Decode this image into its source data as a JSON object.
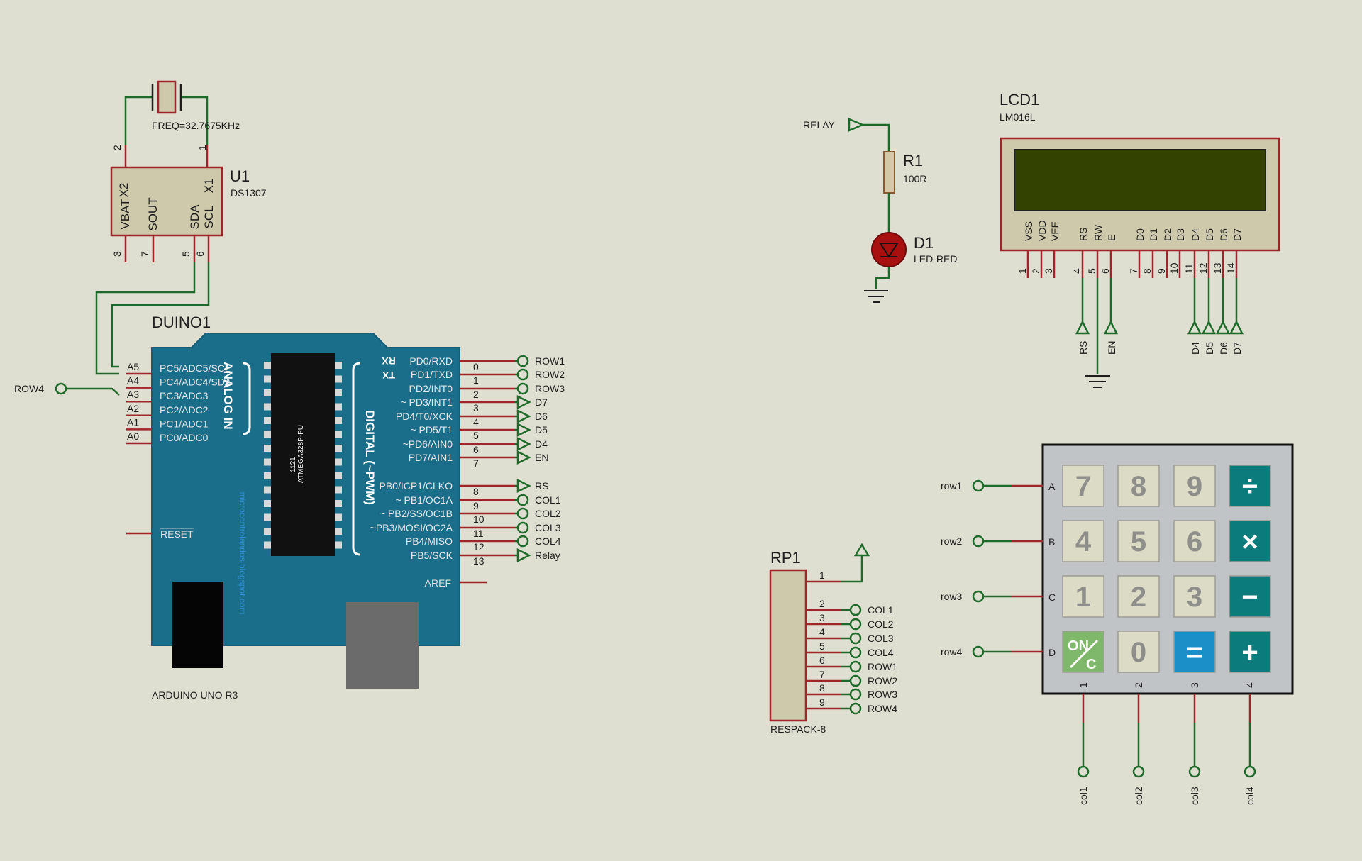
{
  "crystal": {
    "freq_label": "FREQ=32.7675KHz",
    "pin_left": "2",
    "pin_right": "1"
  },
  "rtc": {
    "ref": "U1",
    "part": "DS1307",
    "top_pins": [
      "X2",
      "X1"
    ],
    "bottom_pins": [
      "VBAT",
      "SOUT",
      "SDA",
      "SCL"
    ],
    "bottom_pin_numbers": [
      "3",
      "7",
      "5",
      "6"
    ]
  },
  "arduino": {
    "ref": "DUINO1",
    "part": "ARDUINO UNO R3",
    "analog_title": "ANALOG IN",
    "digital_title": "DIGITAL (~PWM)",
    "chip_label": "ATMEGA328P-PU",
    "chip_code": "1121",
    "watermark": "microcontrolandos.blogspot.com",
    "reset_label": "RESET",
    "aref_label": "AREF",
    "rx_label": "RX",
    "tx_label": "TX",
    "analog_pins": [
      {
        "name": "PC5/ADC5/SCL",
        "num": "A5"
      },
      {
        "name": "PC4/ADC4/SDA",
        "num": "A4"
      },
      {
        "name": "PC3/ADC3",
        "num": "A3"
      },
      {
        "name": "PC2/ADC2",
        "num": "A2"
      },
      {
        "name": "PC1/ADC1",
        "num": "A1"
      },
      {
        "name": "PC0/ADC0",
        "num": "A0"
      }
    ],
    "digital_pins": [
      {
        "name": "PD0/RXD",
        "num": "0",
        "net": "ROW1",
        "term": "circle"
      },
      {
        "name": "PD1/TXD",
        "num": "1",
        "net": "ROW2",
        "term": "circle"
      },
      {
        "name": "PD2/INT0",
        "num": "2",
        "net": "ROW3",
        "term": "circle"
      },
      {
        "name": "~ PD3/INT1",
        "num": "3",
        "net": "D7",
        "term": "arrow"
      },
      {
        "name": "PD4/T0/XCK",
        "num": "4",
        "net": "D6",
        "term": "arrow"
      },
      {
        "name": "~  PD5/T1",
        "num": "5",
        "net": "D5",
        "term": "arrow"
      },
      {
        "name": "~PD6/AIN0",
        "num": "6",
        "net": "D4",
        "term": "arrow"
      },
      {
        "name": "PD7/AIN1",
        "num": "7",
        "net": "EN",
        "term": "arrow"
      },
      {
        "name": "PB0/ICP1/CLKO",
        "num": "8",
        "net": "RS",
        "term": "arrow"
      },
      {
        "name": "~ PB1/OC1A",
        "num": "9",
        "net": "COL1",
        "term": "circle"
      },
      {
        "name": "~ PB2/SS/OC1B",
        "num": "10",
        "net": "COL2",
        "term": "circle"
      },
      {
        "name": "~PB3/MOSI/OC2A",
        "num": "11",
        "net": "COL3",
        "term": "circle"
      },
      {
        "name": "PB4/MISO",
        "num": "12",
        "net": "COL4",
        "term": "circle"
      },
      {
        "name": "PB5/SCK",
        "num": "13",
        "net": "Relay",
        "term": "arrow"
      }
    ],
    "row4_label": "ROW4"
  },
  "relay_circuit": {
    "relay_label": "RELAY",
    "resistor_ref": "R1",
    "resistor_value": "100R",
    "led_ref": "D1",
    "led_part": "LED-RED"
  },
  "lcd": {
    "ref": "LCD1",
    "part": "LM016L",
    "pins": [
      "VSS",
      "VDD",
      "VEE",
      "RS",
      "RW",
      "E",
      "D0",
      "D1",
      "D2",
      "D3",
      "D4",
      "D5",
      "D6",
      "D7"
    ],
    "pin_numbers": [
      "1",
      "2",
      "3",
      "4",
      "5",
      "6",
      "7",
      "8",
      "9",
      "10",
      "11",
      "12",
      "13",
      "14"
    ],
    "nets": [
      "RS",
      "EN",
      "D4",
      "D5",
      "D6",
      "D7"
    ],
    "screen_color": "#344200"
  },
  "respack": {
    "ref": "RP1",
    "part": "RESPACK-8",
    "pins": [
      {
        "num": "1",
        "net": ""
      },
      {
        "num": "2",
        "net": "COL1"
      },
      {
        "num": "3",
        "net": "COL2"
      },
      {
        "num": "4",
        "net": "COL3"
      },
      {
        "num": "5",
        "net": "COL4"
      },
      {
        "num": "6",
        "net": "ROW1"
      },
      {
        "num": "7",
        "net": "ROW2"
      },
      {
        "num": "8",
        "net": "ROW3"
      },
      {
        "num": "9",
        "net": "ROW4"
      }
    ]
  },
  "keypad": {
    "row_nets": [
      "row1",
      "row2",
      "row3",
      "row4"
    ],
    "row_letters": [
      "A",
      "B",
      "C",
      "D"
    ],
    "col_numbers": [
      "1",
      "2",
      "3",
      "4"
    ],
    "col_nets": [
      "col1",
      "col2",
      "col3",
      "col4"
    ],
    "keys": [
      [
        "7",
        "8",
        "9",
        "÷"
      ],
      [
        "4",
        "5",
        "6",
        "×"
      ],
      [
        "1",
        "2",
        "3",
        "−"
      ],
      [
        "ON/C",
        "0",
        "=",
        "+"
      ]
    ],
    "colors": {
      "digit": "#dcdbc6",
      "operator": "#0b7b7c",
      "equals": "#1a8fc8",
      "on": "#7fb86a",
      "frame": "#c1c4c6"
    }
  },
  "colors": {
    "background": "#dfdfd1",
    "wire": "#1d6a2a",
    "pin": "#a0252a",
    "board": "#1b6e8a",
    "chip": "#111111"
  }
}
